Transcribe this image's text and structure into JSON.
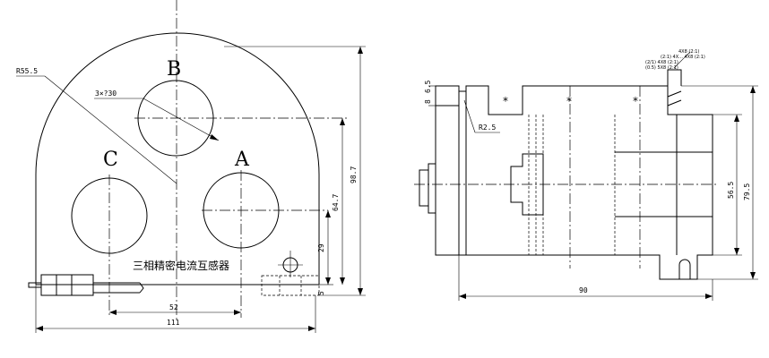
{
  "front_view": {
    "phase_b": "B",
    "phase_c": "C",
    "phase_a": "A",
    "radius_label": "R55.5",
    "holes_label": "3×?30",
    "product_name": "三相精密电流互感器",
    "dim_total_height": "98.7",
    "dim_hole_b_height": "64.7",
    "dim_hole_a_height": "29",
    "dim_base": "5",
    "dim_hole_spacing": "52",
    "dim_width": "111"
  },
  "side_view": {
    "fillet_label": "R2.5",
    "dim_top_1": "6.5",
    "dim_top_2": "8",
    "dim_depth": "90",
    "dim_inner_height": "56.5",
    "dim_total_height": "79.5",
    "star_mark": "*",
    "note_lines": [
      "4X8 (2:1)",
      "(2:1) 4X...  4X8 (2:1)",
      "(2/1) 4X8  (2:1)",
      "(0.5) 5X8  (2:1)"
    ]
  }
}
